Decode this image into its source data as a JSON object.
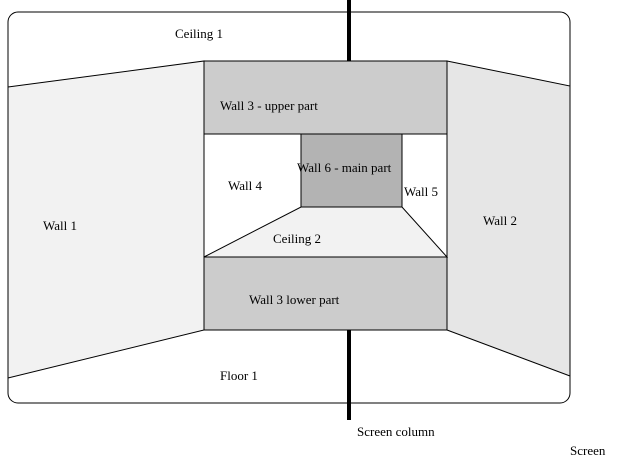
{
  "labels": {
    "ceiling_1": "Ceiling 1",
    "wall_3_upper": "Wall 3 - upper part",
    "wall_6_main": "Wall 6 - main part",
    "wall_4": "Wall 4",
    "wall_5": "Wall 5",
    "wall_1": "Wall 1",
    "wall_2": "Wall 2",
    "ceiling_2": "Ceiling 2",
    "wall_3_lower": "Wall 3 lower part",
    "floor_1": "Floor 1",
    "screen_column": "Screen column",
    "screen": "Screen"
  },
  "colors": {
    "outline": "#000000",
    "wall_side_fill": "#f2f2f2",
    "wall_3_fill": "#cccccc",
    "wall_6_fill": "#b3b3b3",
    "ceiling_2_fill": "#f2f2f2",
    "background": "#ffffff"
  }
}
